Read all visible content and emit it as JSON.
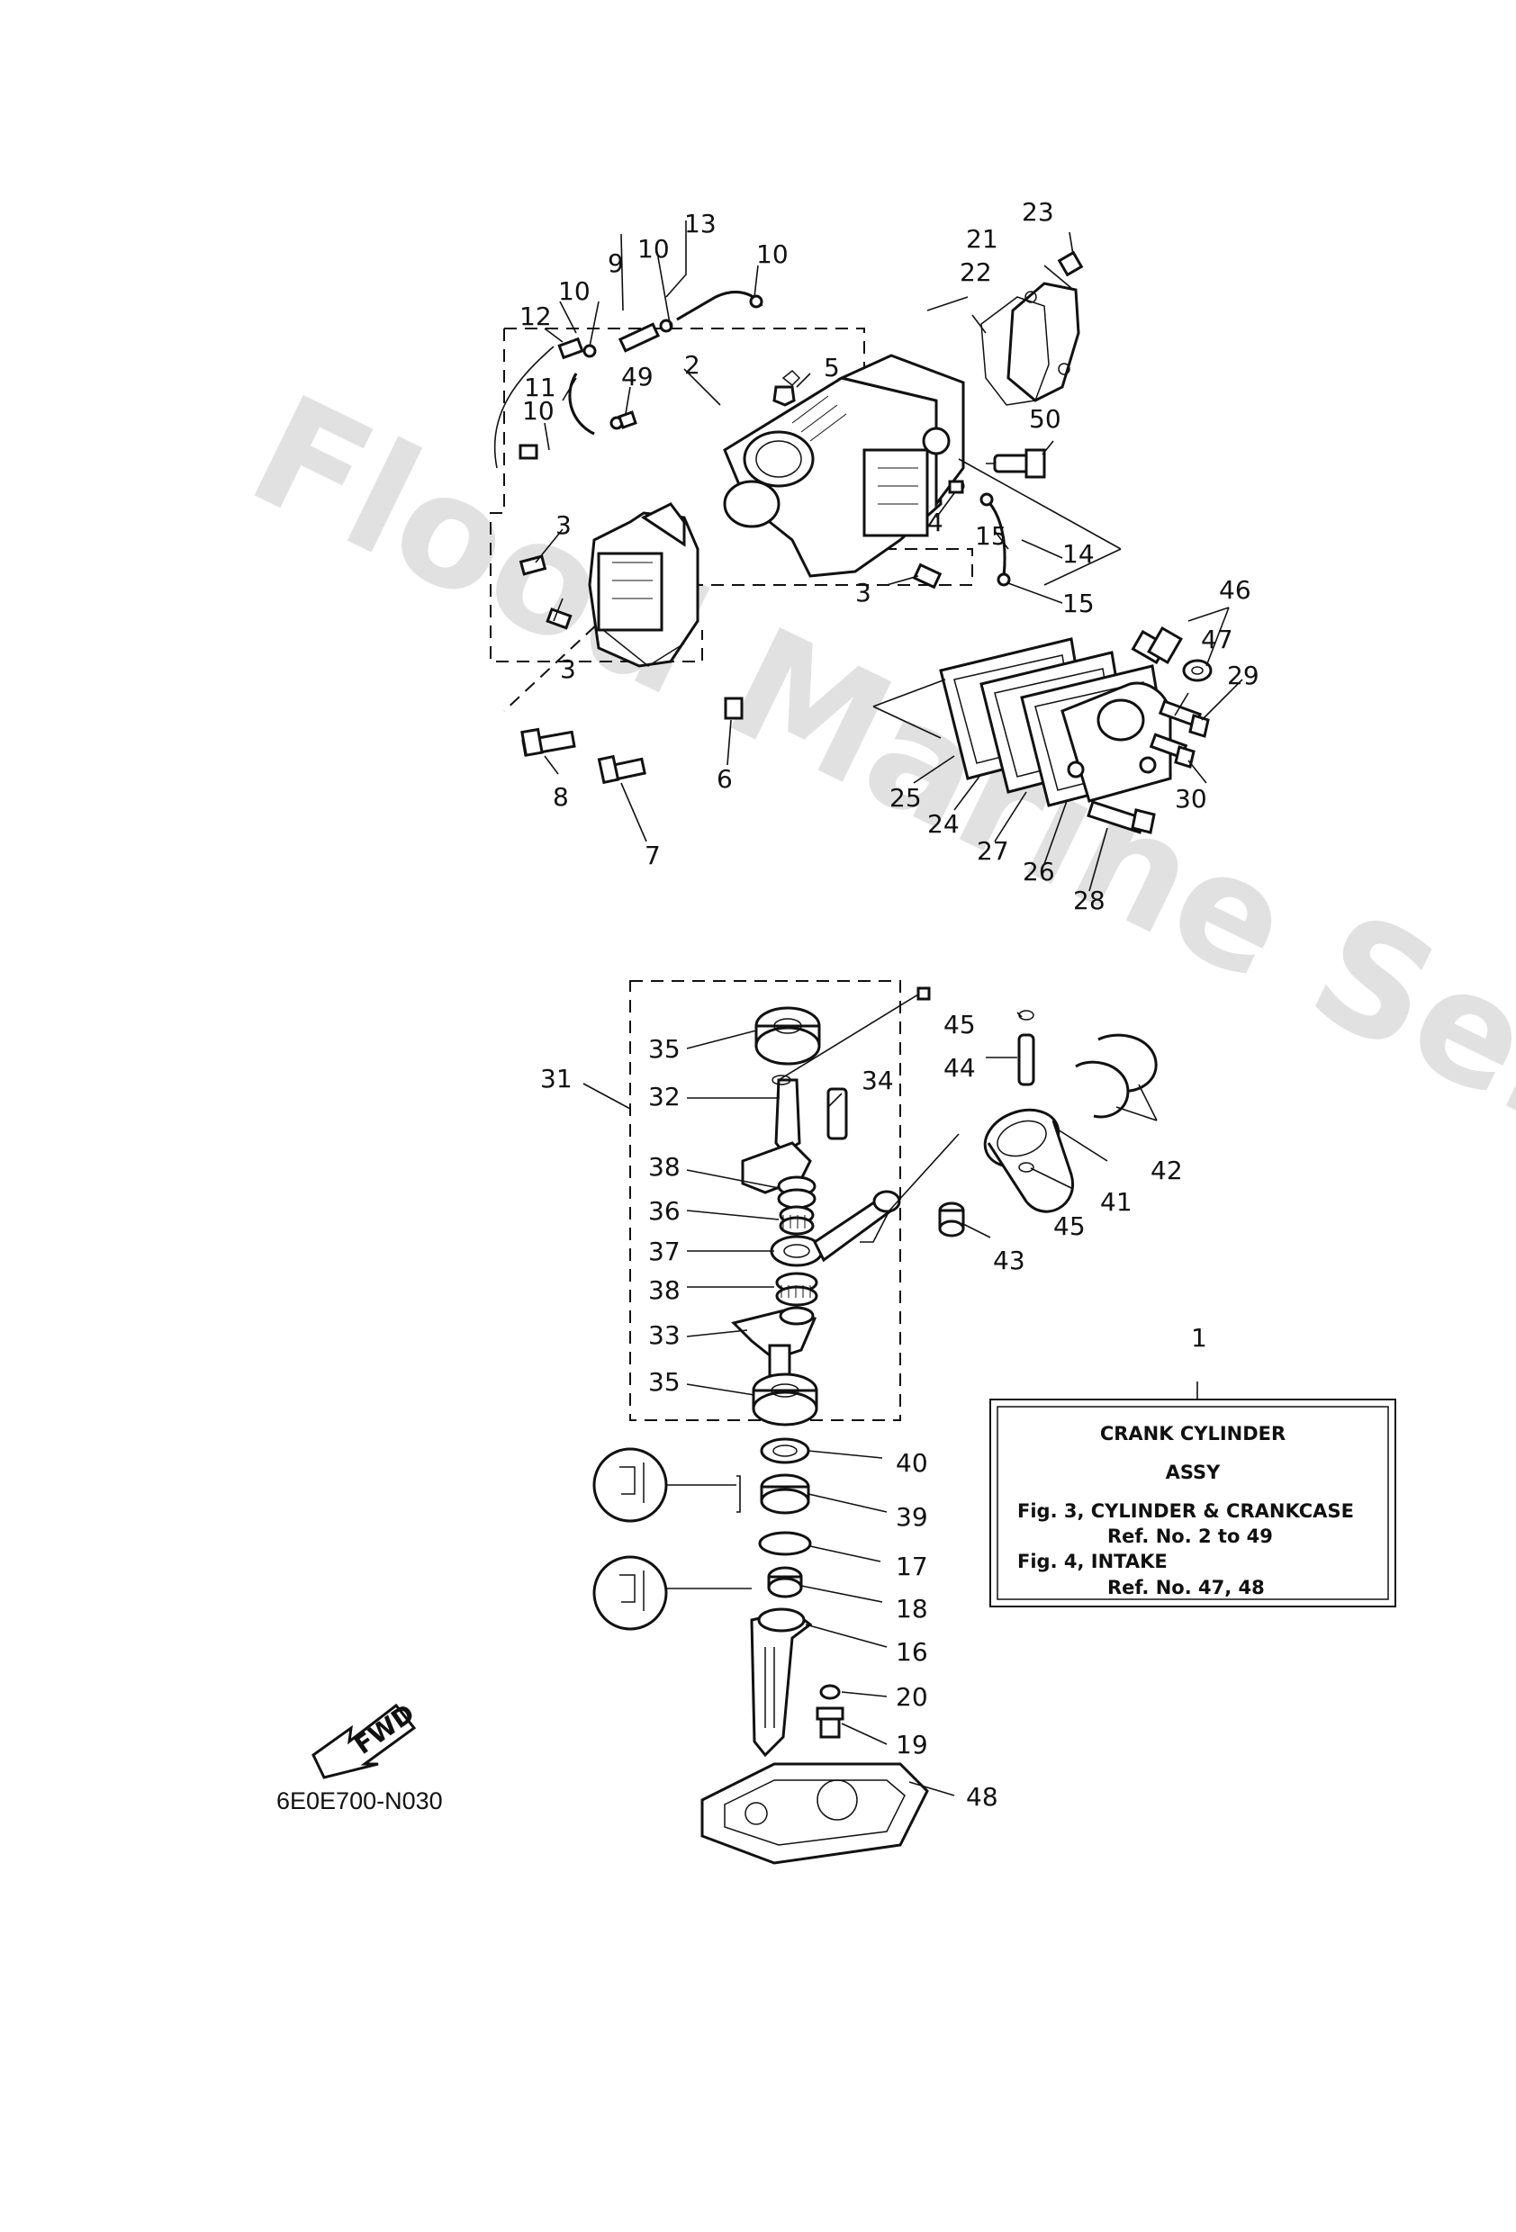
{
  "watermark": "Flood Marine Services",
  "diagram_code": "6E0E700-N030",
  "fwd_label": "FWD",
  "assy_box": {
    "title_line1": "CRANK CYLINDER",
    "title_line2": "ASSY",
    "lines": [
      "Fig. 3, CYLINDER & CRANKCASE",
      "Ref. No. 2 to 49",
      "Fig. 4, INTAKE",
      "Ref. No. 47, 48"
    ]
  },
  "callouts": {
    "c1": "1",
    "c2": "2",
    "c3a": "3",
    "c3b": "3",
    "c3c": "3",
    "c4": "4",
    "c5": "5",
    "c6": "6",
    "c7": "7",
    "c8": "8",
    "c9": "9",
    "c10a": "10",
    "c10b": "10",
    "c10c": "10",
    "c10d": "10",
    "c11": "11",
    "c12": "12",
    "c13": "13",
    "c14": "14",
    "c15a": "15",
    "c15b": "15",
    "c16": "16",
    "c17": "17",
    "c18": "18",
    "c19": "19",
    "c20": "20",
    "c21": "21",
    "c22": "22",
    "c23": "23",
    "c24": "24",
    "c25": "25",
    "c26": "26",
    "c27": "27",
    "c28": "28",
    "c29": "29",
    "c30": "30",
    "c31": "31",
    "c32": "32",
    "c33": "33",
    "c34": "34",
    "c35a": "35",
    "c35b": "35",
    "c36": "36",
    "c37": "37",
    "c38a": "38",
    "c38b": "38",
    "c39": "39",
    "c40": "40",
    "c41": "41",
    "c42": "42",
    "c43": "43",
    "c44": "44",
    "c45a": "45",
    "c45b": "45",
    "c46": "46",
    "c47": "47",
    "c48": "48",
    "c49": "49",
    "c50": "50"
  }
}
